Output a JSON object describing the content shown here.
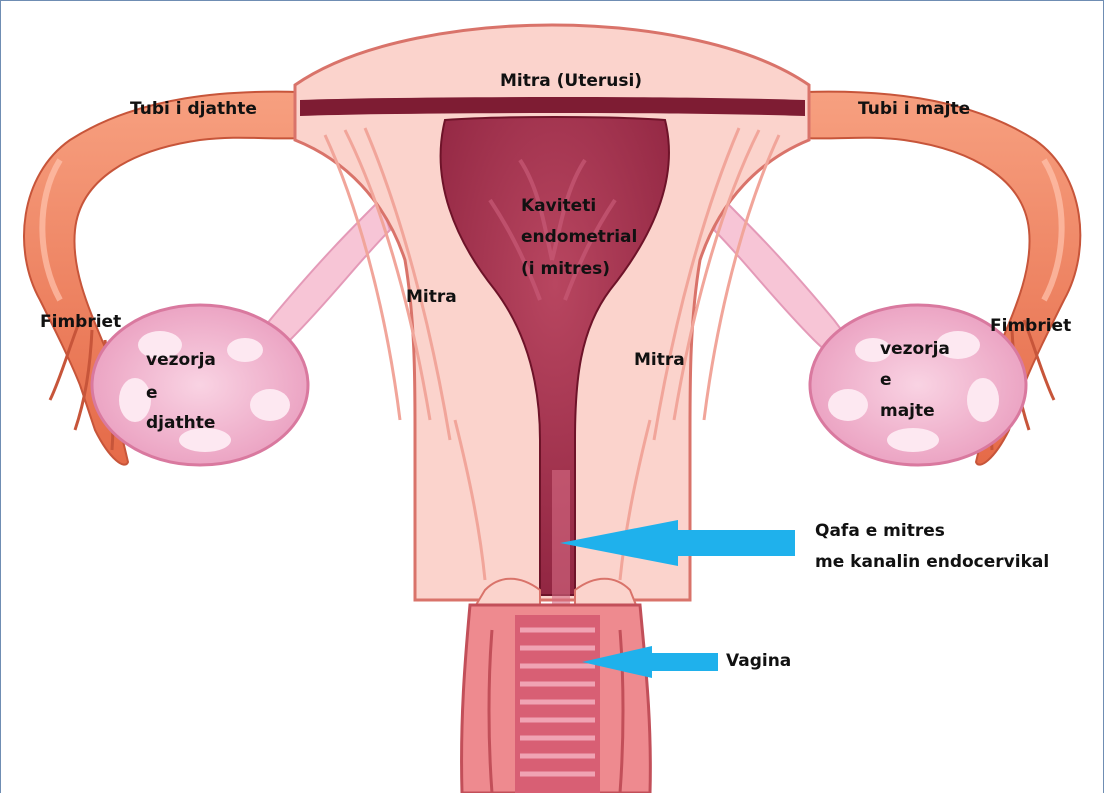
{
  "labels": {
    "uterus": "Mitra (Uterusi)",
    "tube_right": "Tubi i djathte",
    "tube_left": "Tubi i majte",
    "cavity": [
      "Kaviteti",
      "endometrial",
      "(i mitres)"
    ],
    "wall_left": "Mitra",
    "wall_right": "Mitra",
    "fimbriae_right": "Fimbriet",
    "fimbriae_left": "Fimbriet",
    "ovary_right": [
      "vezorja",
      "e",
      "djathte"
    ],
    "ovary_left": [
      "vezorja",
      "e",
      "majte"
    ],
    "cervix": [
      "Qafa e mitres",
      "me kanalin endocervikal"
    ],
    "vagina": "Vagina"
  },
  "colors": {
    "tube": "#f48a6c",
    "tube_dark": "#d9603f",
    "wall": "#fbd3cc",
    "wall_stripe": "#f5b4aa",
    "cavity": "#a8324a",
    "cavity_dark": "#7e1c33",
    "ovary": "#f3b5cf",
    "ovary_spot": "#fde8f1",
    "vagina": "#ee8a8f",
    "arrow": "#1fb1ec"
  }
}
